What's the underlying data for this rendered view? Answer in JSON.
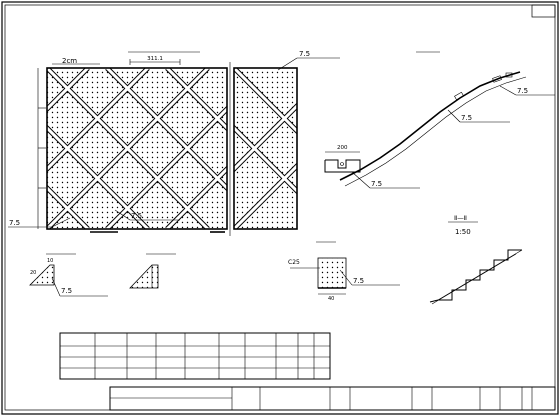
{
  "sheet_number": "",
  "plan": {
    "title": "",
    "cell_width_label": "311.1",
    "top_left_dim_label": "2cm",
    "slope_label_right": "7.5",
    "slope_label_bottom_left": "7.5",
    "slope_label_bottom_mid": "7.5",
    "slope_note_right": "",
    "slope_note_bottom_left": "",
    "slope_note_bottom_mid": ""
  },
  "section_I_I": {
    "mark": "",
    "slope_length_label": "",
    "detail_width_label": "200",
    "slope_label_top": "7.5",
    "slope_label_mid": "7.5",
    "slope_label_bottom": "7.5",
    "slope_note_top": "",
    "slope_note_mid": "",
    "slope_note_bottom": ""
  },
  "detail_left": {
    "title": "",
    "dim_a": "20",
    "dim_b": "10",
    "slope_label": "7.5",
    "slope_note": ""
  },
  "detail_mid": {
    "title": ""
  },
  "section_II_center": {
    "mark": "",
    "concrete_label": "C25",
    "dim_bottom": "40",
    "slope_label": "7.5",
    "slope_note": ""
  },
  "section_II_II": {
    "mark": "Ⅱ—Ⅱ",
    "scale": "1:50"
  },
  "table": {
    "title": "",
    "headers": [
      "",
      "",
      "",
      "",
      "",
      "",
      "",
      "",
      "",
      ""
    ],
    "rows": [
      [
        "",
        "",
        "",
        "",
        "",
        "",
        "",
        "",
        "",
        ""
      ],
      [
        "",
        "",
        "",
        "",
        "",
        "",
        "",
        "",
        "",
        ""
      ],
      [
        "",
        "",
        "",
        "",
        "",
        "",
        "",
        "",
        "",
        ""
      ]
    ]
  },
  "notes": {
    "heading": "",
    "lines": [
      "",
      "",
      "",
      "",
      "",
      ""
    ]
  },
  "title_block": {
    "project": "",
    "drawing_title": "",
    "design_label": "",
    "review_label": "",
    "check_label": "",
    "figure_label": "",
    "figure_number": "",
    "date_label": ""
  }
}
